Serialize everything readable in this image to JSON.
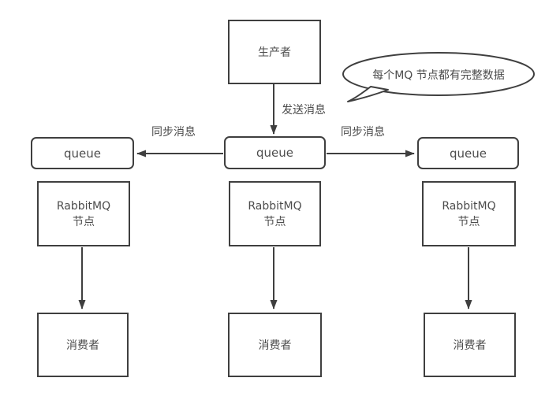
{
  "diagram": {
    "producer": {
      "label": "生产者"
    },
    "bubble": {
      "text": "每个MQ 节点都有完整数据"
    },
    "labels": {
      "send": "发送消息",
      "sync_left": "同步消息",
      "sync_right": "同步消息"
    },
    "queues": [
      {
        "label": "queue"
      },
      {
        "label": "queue"
      },
      {
        "label": "queue"
      }
    ],
    "nodes": [
      {
        "label": "RabbitMQ\n节点"
      },
      {
        "label": "RabbitMQ\n节点"
      },
      {
        "label": "RabbitMQ\n节点"
      }
    ],
    "consumers": [
      {
        "label": "消费者"
      },
      {
        "label": "消费者"
      },
      {
        "label": "消费者"
      }
    ],
    "colors": {
      "stroke": "#3f3f3f",
      "text": "#4c4c4c",
      "background": "#ffffff"
    }
  }
}
